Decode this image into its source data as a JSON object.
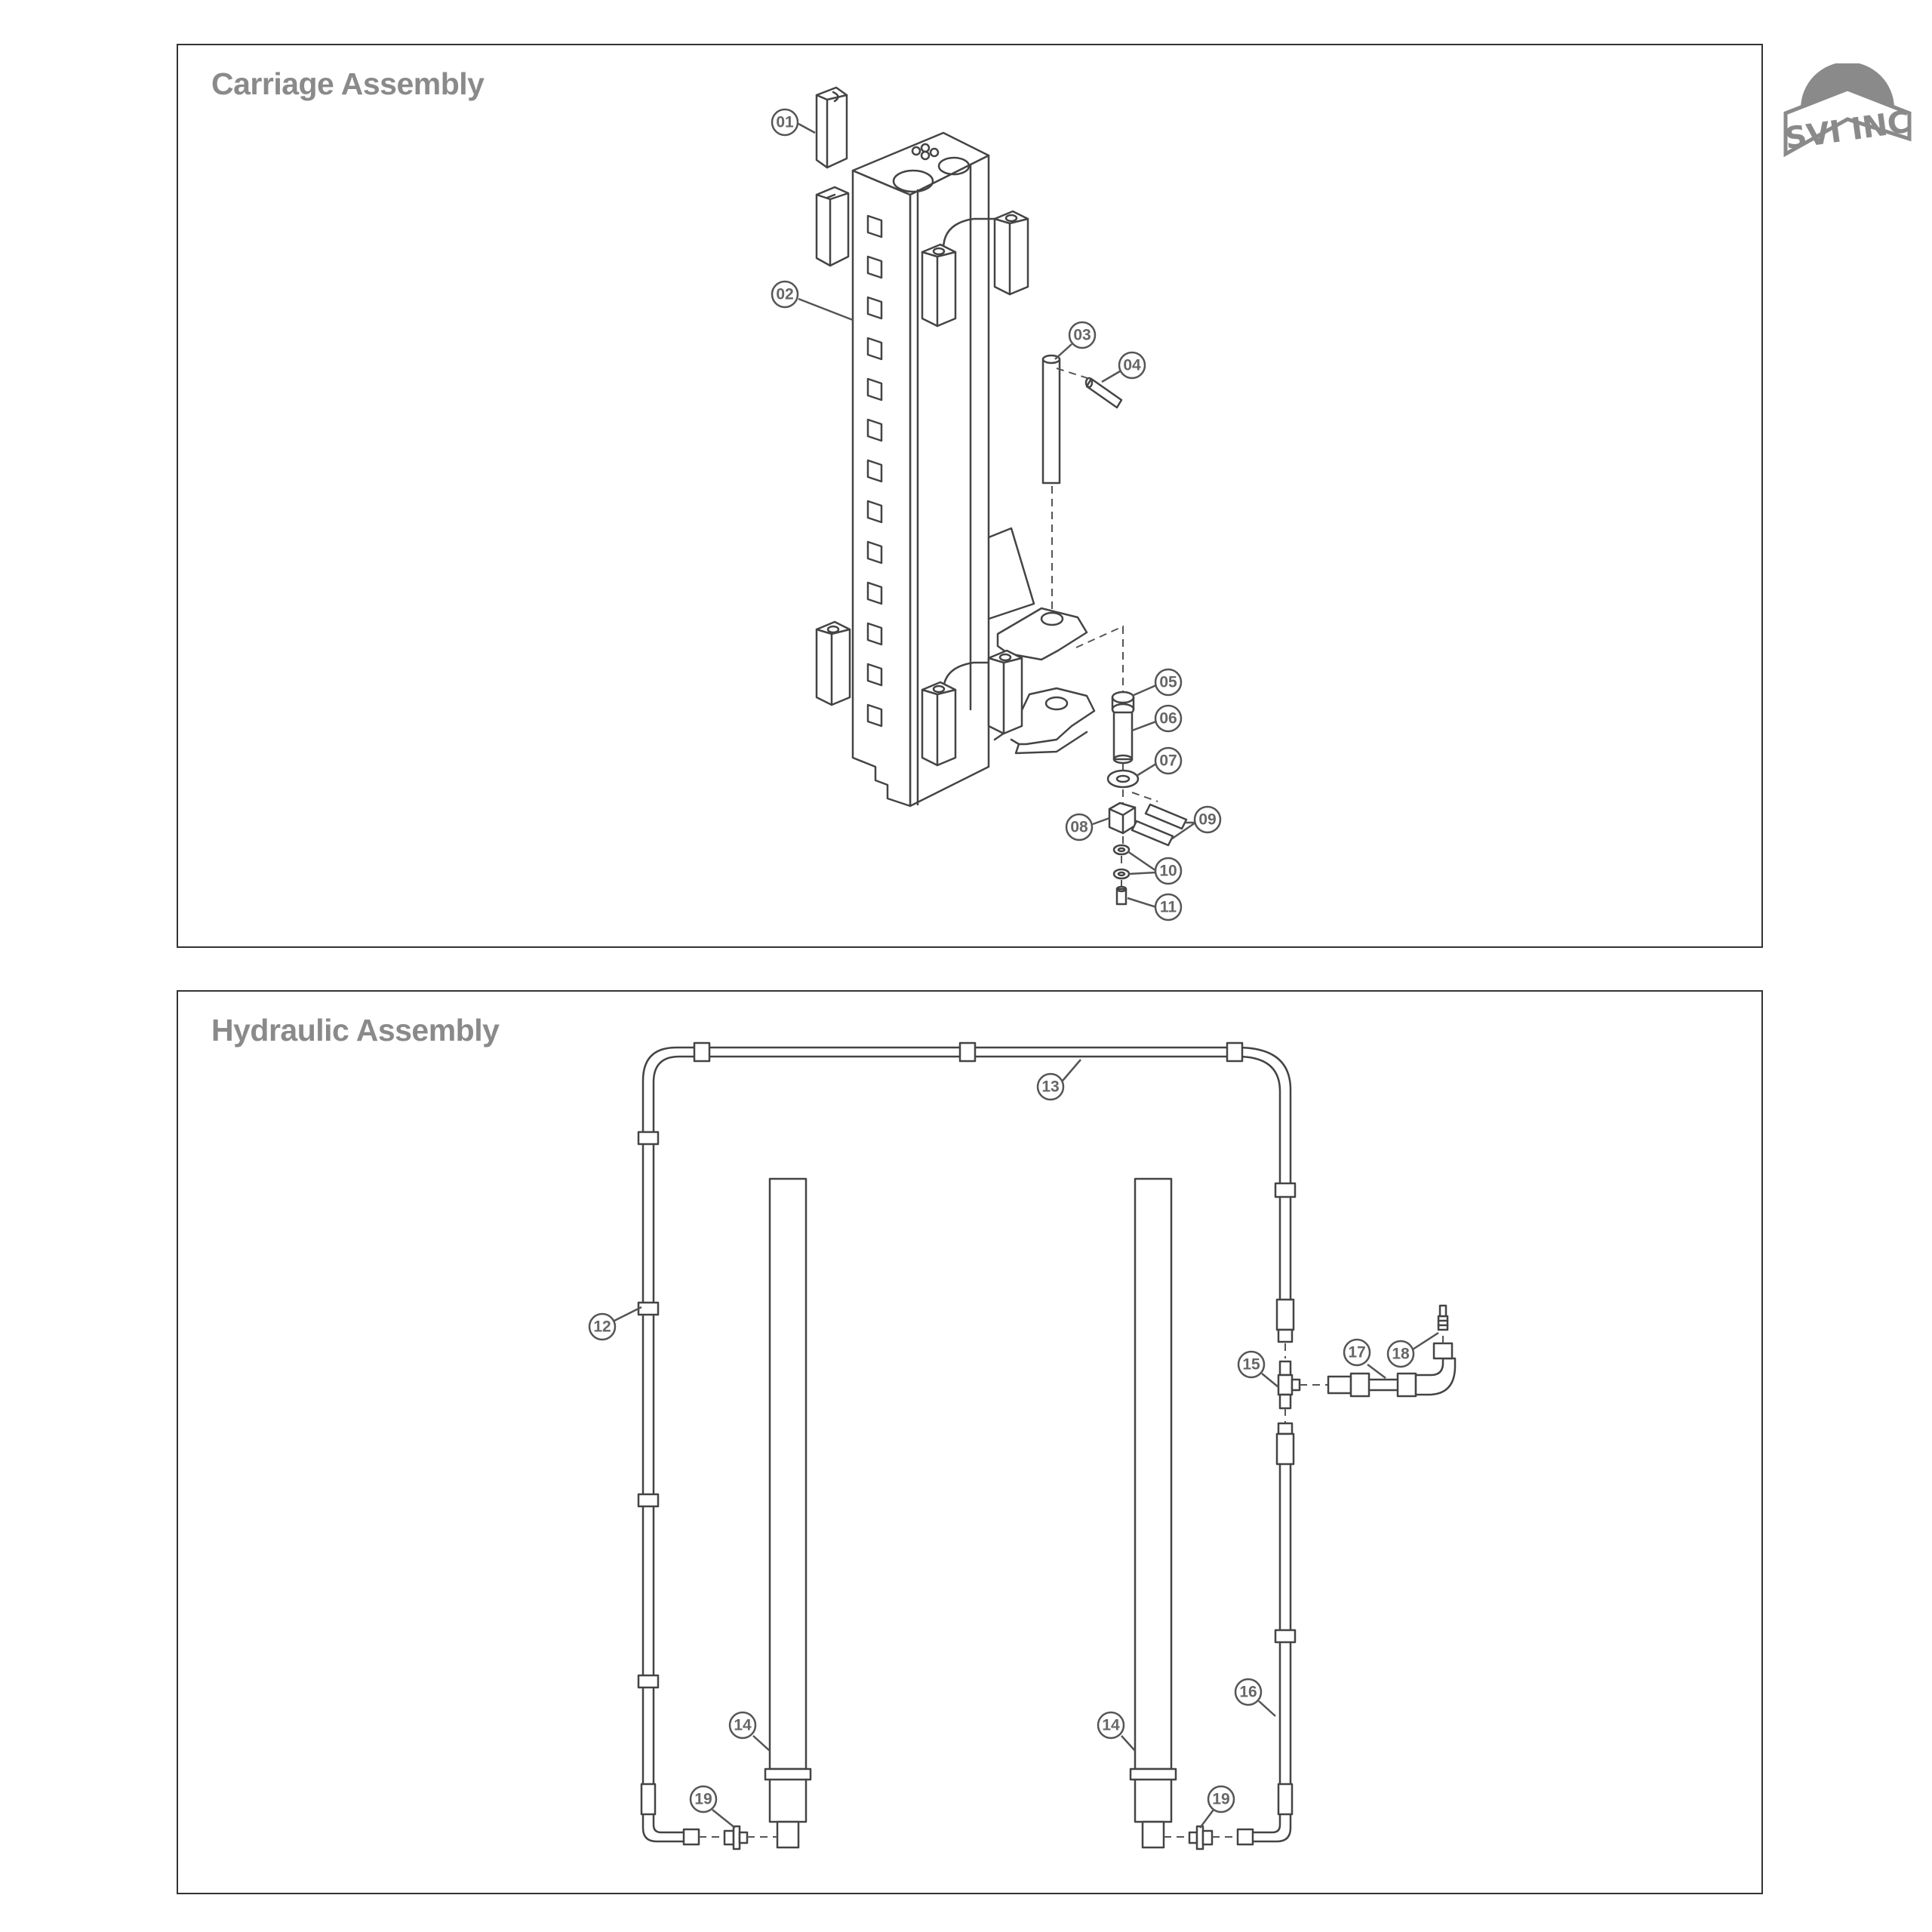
{
  "panels": {
    "carriage": {
      "title": "Carriage Assembly"
    },
    "hydraulic": {
      "title": "Hydraulic Assembly"
    }
  },
  "logo": {
    "text": "SVI INC",
    "color": "#8a8a8a"
  },
  "callouts": {
    "c01": "01",
    "c02": "02",
    "c03": "03",
    "c04": "04",
    "c05": "05",
    "c06": "06",
    "c07": "07",
    "c08": "08",
    "c09": "09",
    "c10": "10",
    "c11": "11",
    "c12": "12",
    "c13": "13",
    "c14a": "14",
    "c14b": "14",
    "c15": "15",
    "c16": "16",
    "c17": "17",
    "c18": "18",
    "c19a": "19",
    "c19b": "19"
  },
  "colors": {
    "line": "#444444",
    "title": "#8a8a8a",
    "callout": "#666666"
  }
}
